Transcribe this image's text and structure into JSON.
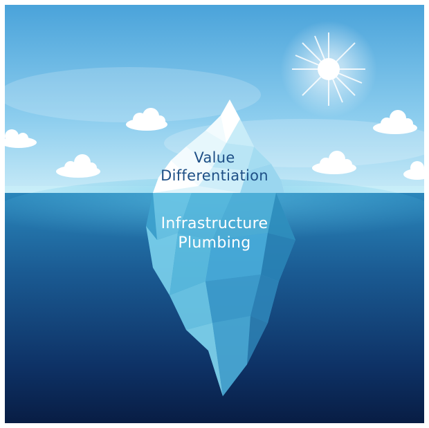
{
  "iceberg": {
    "above_water": {
      "line1": "Value",
      "line2": "Differentiation"
    },
    "below_water": {
      "line1": "Infrastructure",
      "line2": "Plumbing"
    }
  },
  "colors": {
    "sky_top": "#4aa3da",
    "sky_bottom": "#bfe6f6",
    "sea_surface": "#2a7fb3",
    "sea_deep": "#0a2048",
    "ice_light": "#e8f8fd",
    "ice_mid": "#8fd6ee",
    "label_above": "#1e4f86",
    "label_below": "#ffffff"
  }
}
